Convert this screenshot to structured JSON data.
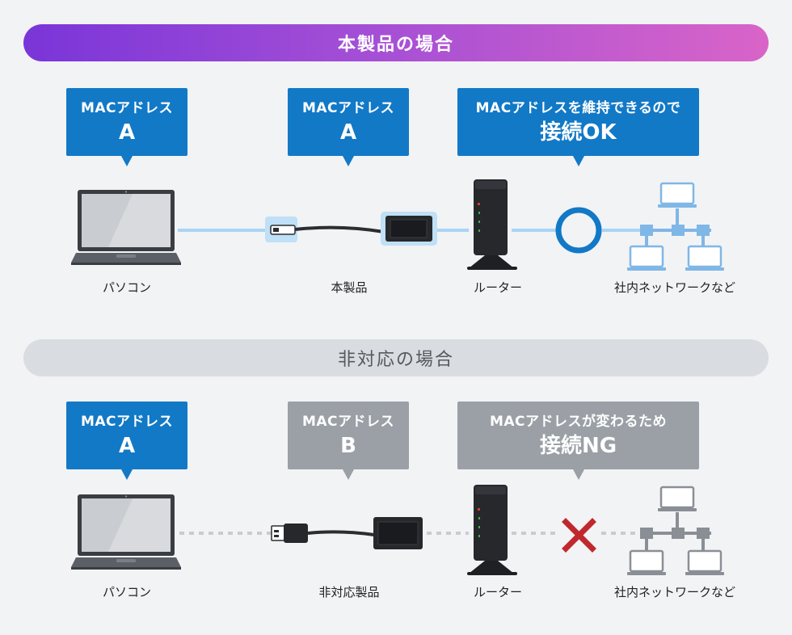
{
  "top_section": {
    "banner": "本製品の場合",
    "bubbles": [
      {
        "line1": "MACアドレス",
        "line2": "A"
      },
      {
        "line1": "MACアドレス",
        "line2": "A"
      },
      {
        "line1": "MACアドレスを維持できるので",
        "line2": "接続OK"
      }
    ],
    "labels": {
      "pc": "パソコン",
      "product": "本製品",
      "router": "ルーター",
      "network": "社内ネットワークなど"
    },
    "colors": {
      "bubble": "#1279c6",
      "link": "#a9d4f5",
      "ok_ring": "#1279c6"
    }
  },
  "bottom_section": {
    "banner": "非対応の場合",
    "bubbles": [
      {
        "line1": "MACアドレス",
        "line2": "A"
      },
      {
        "line1": "MACアドレス",
        "line2": "B"
      },
      {
        "line1": "MACアドレスが変わるため",
        "line2": "接続NG"
      }
    ],
    "labels": {
      "pc": "パソコン",
      "product": "非対応製品",
      "router": "ルーター",
      "network": "社内ネットワークなど"
    },
    "colors": {
      "bubble_pc": "#1279c6",
      "bubble_other": "#9aa0a6",
      "link": "#c8ccd1",
      "ng_cross": "#c0282e"
    }
  }
}
